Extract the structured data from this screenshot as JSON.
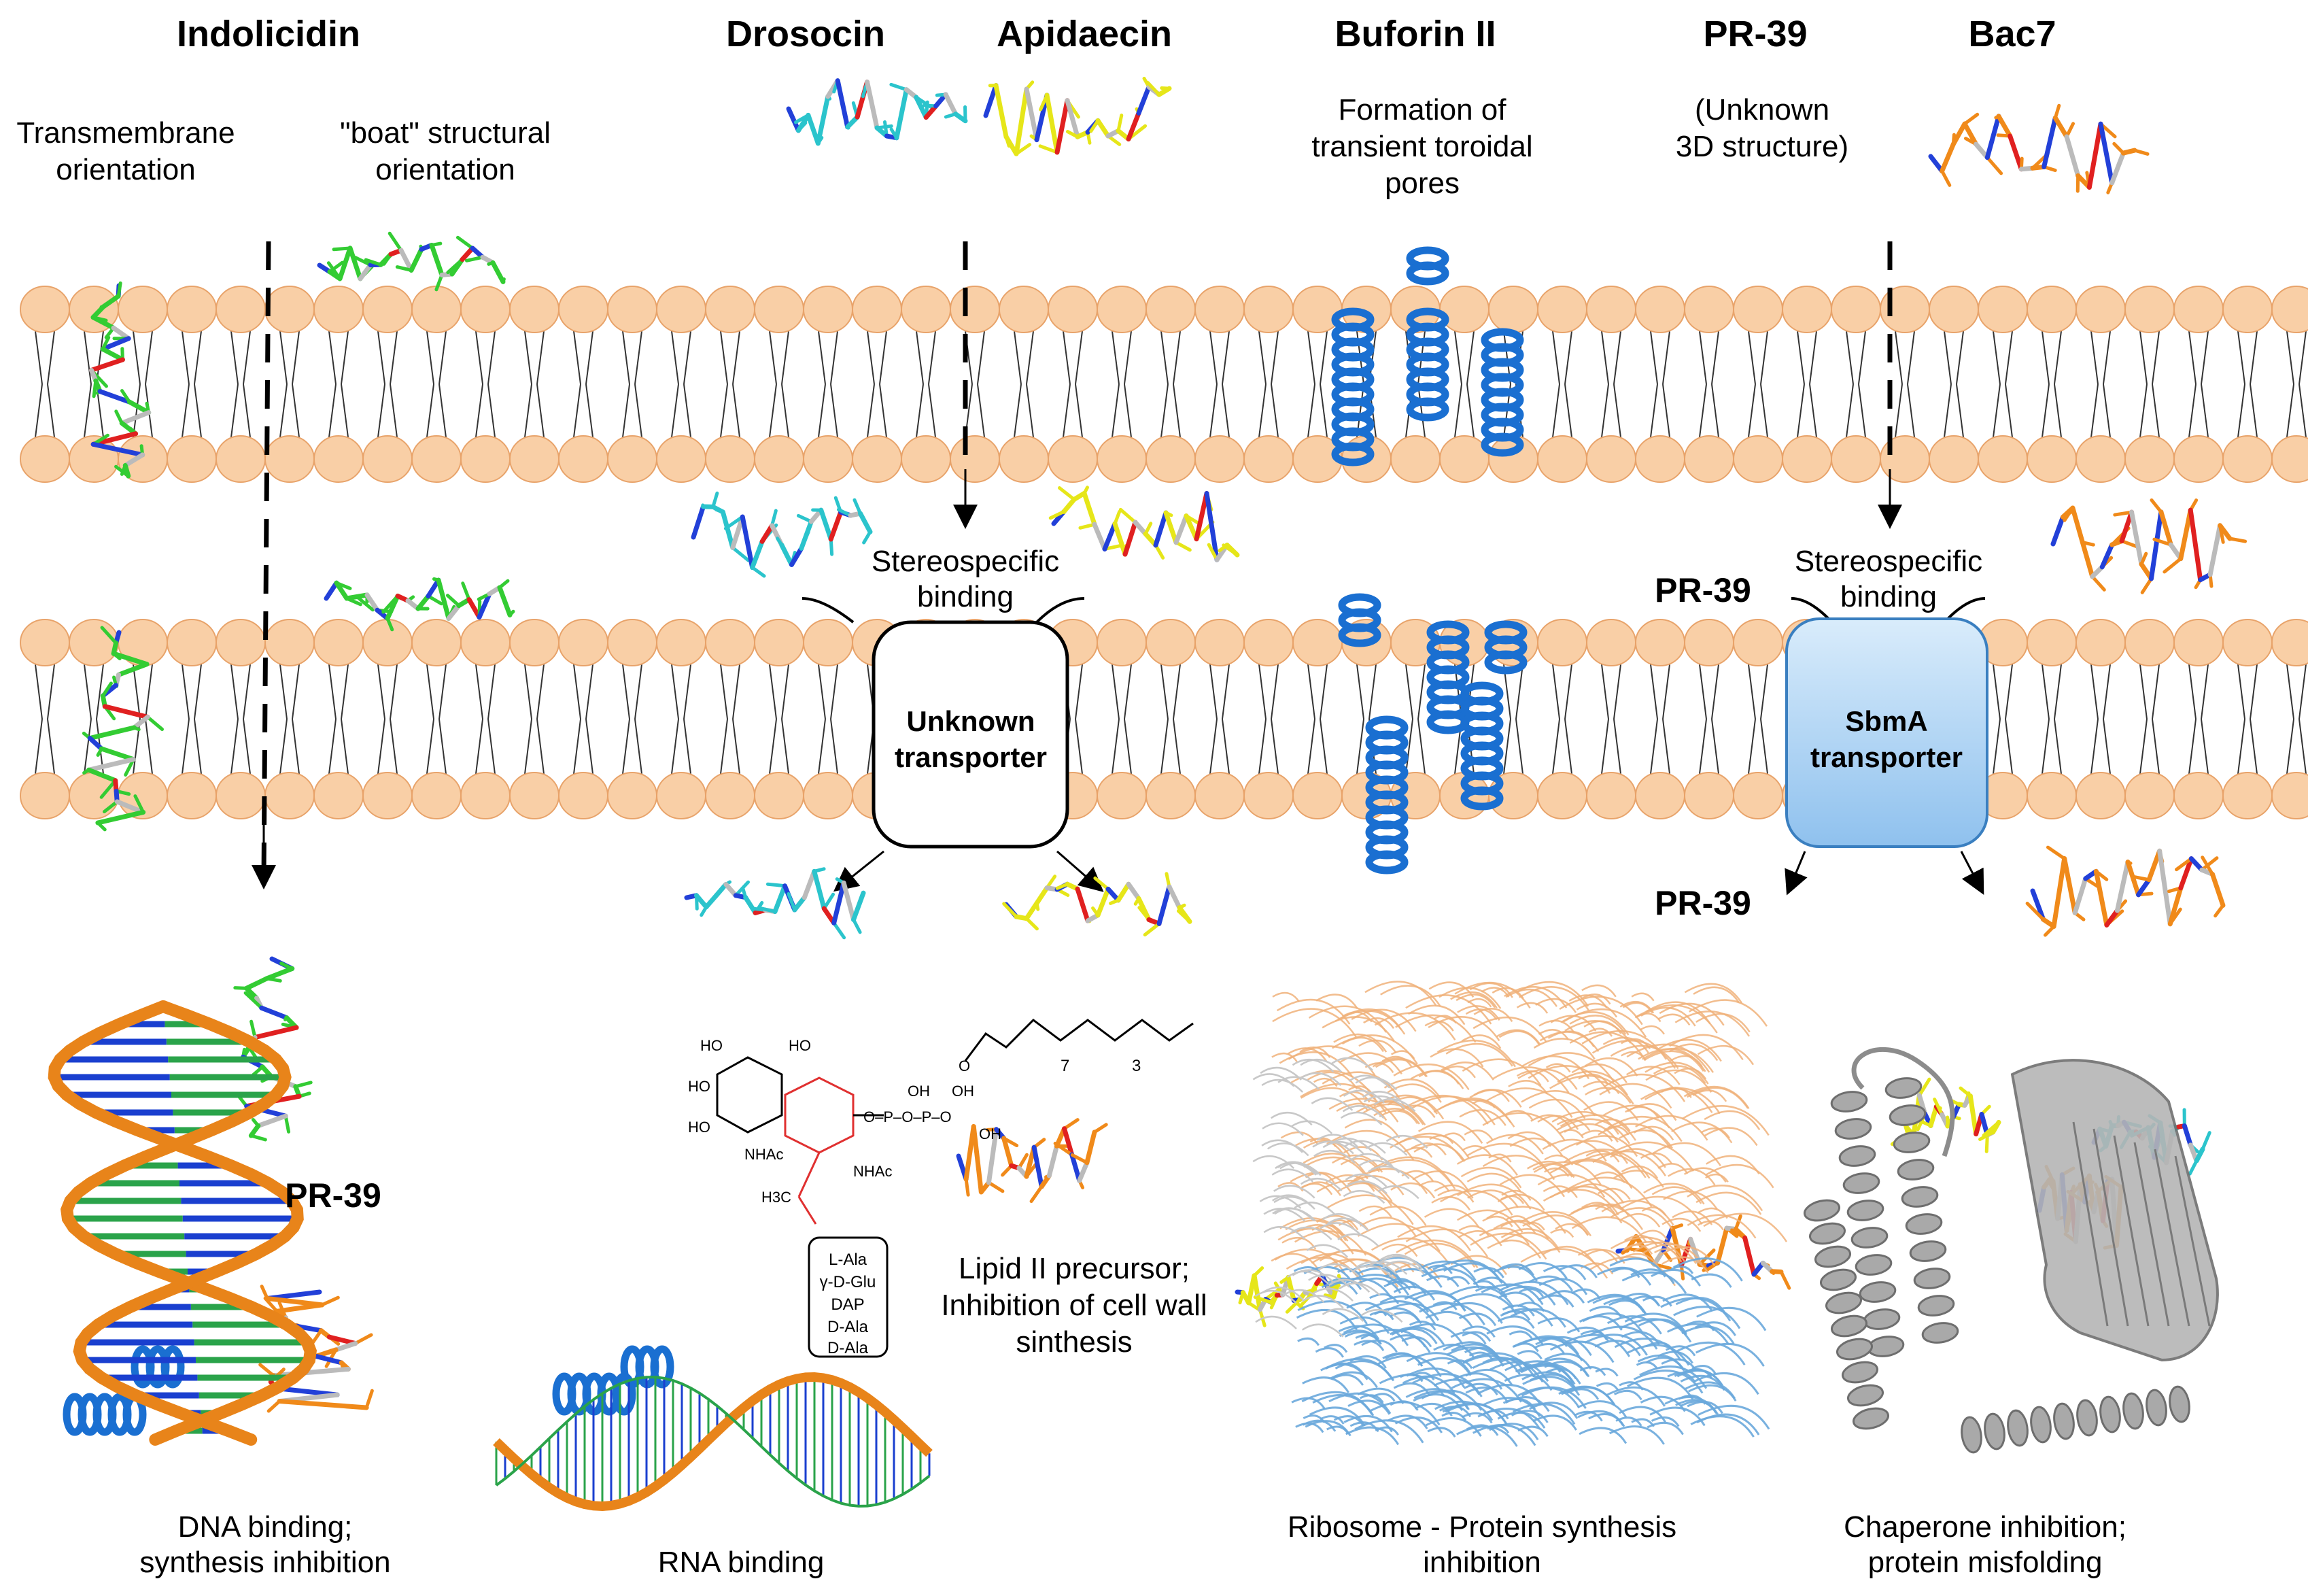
{
  "titles": {
    "indolicidin": "Indolicidin",
    "drosocin": "Drosocin",
    "apidaecin": "Apidaecin",
    "buforin": "Buforin II",
    "pr39": "PR-39",
    "bac7": "Bac7"
  },
  "labels": {
    "transmembrane_1": "Transmembrane",
    "transmembrane_2": "orientation",
    "boat_1": "\"boat\" structural",
    "boat_2": "orientation",
    "toroidal_1": "Formation of",
    "toroidal_2": "transient toroidal",
    "toroidal_3": "pores",
    "unknown3d_1": "(Unknown",
    "unknown3d_2": "3D structure)",
    "stereo_left_1": "Stereospecific",
    "stereo_left_2": "binding",
    "stereo_right_1": "Stereospecific",
    "stereo_right_2": "binding",
    "pr39_above_transporter": "PR-39",
    "pr39_below_transporter": "PR-39",
    "pr39_dna": "PR-39",
    "unknown_transporter_1": "Unknown",
    "unknown_transporter_2": "transporter",
    "sbma_transporter_1": "SbmA",
    "sbma_transporter_2": "transporter",
    "lipid_1": "Lipid II precursor;",
    "lipid_2": "Inhibition of cell wall",
    "lipid_3": "sinthesis"
  },
  "chem": {
    "ho1": "HO",
    "ho2": "HO",
    "ho3": "HO",
    "ho4": "HO",
    "nhac1": "NHAc",
    "nhac2": "NHAc",
    "oh1": "OH",
    "oh2": "OH",
    "oh3": "OH",
    "h3c": "H3C",
    "sub7": "7",
    "sub3": "3",
    "o_link": "O",
    "p_link": "O–P–O–P–O",
    "aa1": "L-Ala",
    "aa2": "γ-D-Glu",
    "aa3": "DAP",
    "aa4": "D-Ala",
    "aa5": "D-Ala"
  },
  "captions": {
    "dna_1": "DNA binding;",
    "dna_2": "synthesis inhibition",
    "rna": "RNA binding",
    "ribosome_1": "Ribosome - Protein synthesis",
    "ribosome_2": "inhibition",
    "chaperone_1": "Chaperone inhibition;",
    "chaperone_2": "protein misfolding"
  },
  "colors": {
    "lipid_head": "#f9cfa6",
    "lipid_stroke": "#e8a36a",
    "indolicidin": "#33cc33",
    "drosocin": "#2bc4cc",
    "apidaecin": "#e6e619",
    "pr39": "#f08a1a",
    "buforin": "#1a6fd1",
    "dna_backbone": "#e8841a",
    "dna_base_green": "#2aa34a",
    "dna_base_blue": "#1a3fcf",
    "sbma_fill": "#a9d0f2",
    "ribosome_orange": "#f0b27a",
    "ribosome_blue": "#6aa9dc",
    "chaperone": "#8c8c8c"
  }
}
